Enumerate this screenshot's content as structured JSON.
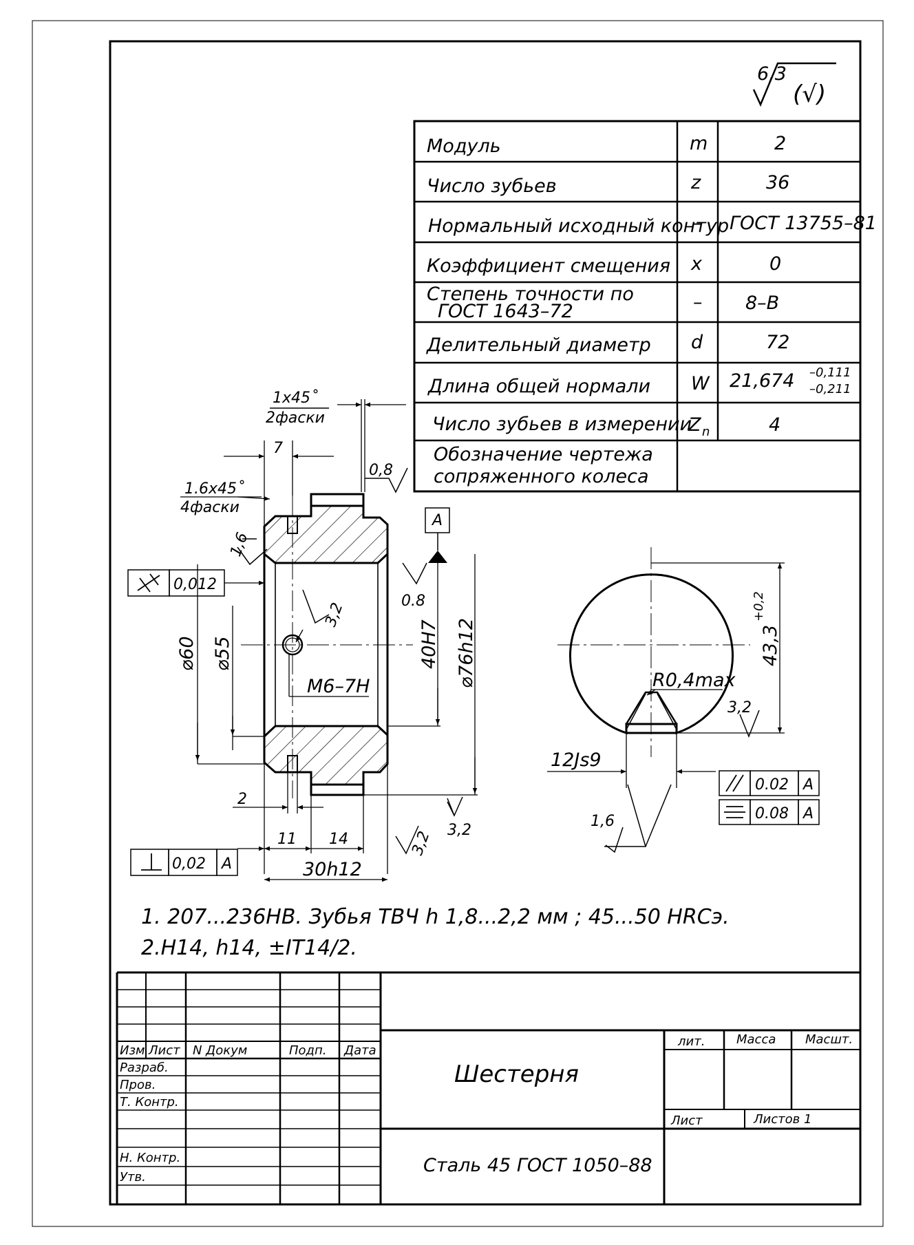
{
  "roughness": {
    "value": "6,3",
    "general_mark": "(√)"
  },
  "params_table": [
    {
      "name": "Модуль",
      "symbol": "m",
      "value": "2"
    },
    {
      "name": "Число зубьев",
      "symbol": "z",
      "value": "36"
    },
    {
      "name": "Нормальный исходный контур",
      "symbol": "–",
      "value": "ГОСТ 13755–81"
    },
    {
      "name": "Коэффициент смещения",
      "symbol": "x",
      "value": "0"
    },
    {
      "name_line1": "Степень точности по",
      "name_line2": "ГОСТ 1643–72",
      "symbol": "–",
      "value": "8–B"
    },
    {
      "name": "Делительный диаметр",
      "symbol": "d",
      "value": "72"
    },
    {
      "name": "Длина общей нормали",
      "symbol": "W",
      "value": "21,674",
      "tol_upper": "–0,111",
      "tol_lower": "–0,211"
    },
    {
      "name": "Число зубьев в измерении",
      "symbol": "Z",
      "symbol_sub": "n",
      "value": "4"
    },
    {
      "name_line1": "Обозначение чертежа",
      "name_line2": "сопряженного колеса",
      "symbol": "",
      "value": ""
    }
  ],
  "gear_view": {
    "chamfer_top": "1x45˚",
    "chamfer_top_count": "2фаски",
    "dim_7": "7",
    "chamfer_left": "1.6x45˚",
    "chamfer_left_count": "4фаски",
    "rough_08_top": "0,8",
    "rough_16_left": "1,6",
    "datum_letter": "A",
    "runout_tol": "0,012",
    "rough_08_right": "0.8",
    "rough_32_hole": "3,2",
    "dia_60": "⌀60",
    "dia_55": "⌀55",
    "bore": "40H7",
    "dia_76": "⌀76h12",
    "thread": "M6–7H",
    "dim_2": "2",
    "rough_32_bottom": "3,2",
    "dim_11": "11",
    "dim_14": "14",
    "rough_32_face": "3,2",
    "perp_tol": "0,02",
    "perp_datum": "A",
    "width": "30h12"
  },
  "section_view": {
    "keyway_depth": "43,3",
    "keyway_depth_tol": "+0,2",
    "radius": "R0,4max",
    "rough_32": "3,2",
    "key_width": "12Js9",
    "parallel_tol": "0.02",
    "parallel_datum": "A",
    "symmetry_tol": "0.08",
    "symmetry_datum": "A",
    "rough_16": "1,6"
  },
  "notes": [
    "1. 207...236HB. Зубья ТВЧ h 1,8...2,2 мм ; 45...50 HRCэ.",
    "2.H14, h14, ±IT14/2."
  ],
  "title_block": {
    "hdr_izm": "Изм",
    "hdr_list": "Лист",
    "hdr_ndokum": "N Докум",
    "hdr_podp": "Подп.",
    "hdr_data": "Дата",
    "row_razrab": "Разраб.",
    "row_prov": "Пров.",
    "row_tkontr": "Т. Контр.",
    "row_nkontr": "Н. Контр.",
    "row_utv": "Утв.",
    "part_name": "Шестерня",
    "col_lit": "лит.",
    "col_massa": "Масса",
    "col_masht": "Масшт.",
    "sheet_label": "Лист",
    "sheets_label": "Листов 1",
    "material": "Сталь 45 ГОСТ 1050–88"
  }
}
